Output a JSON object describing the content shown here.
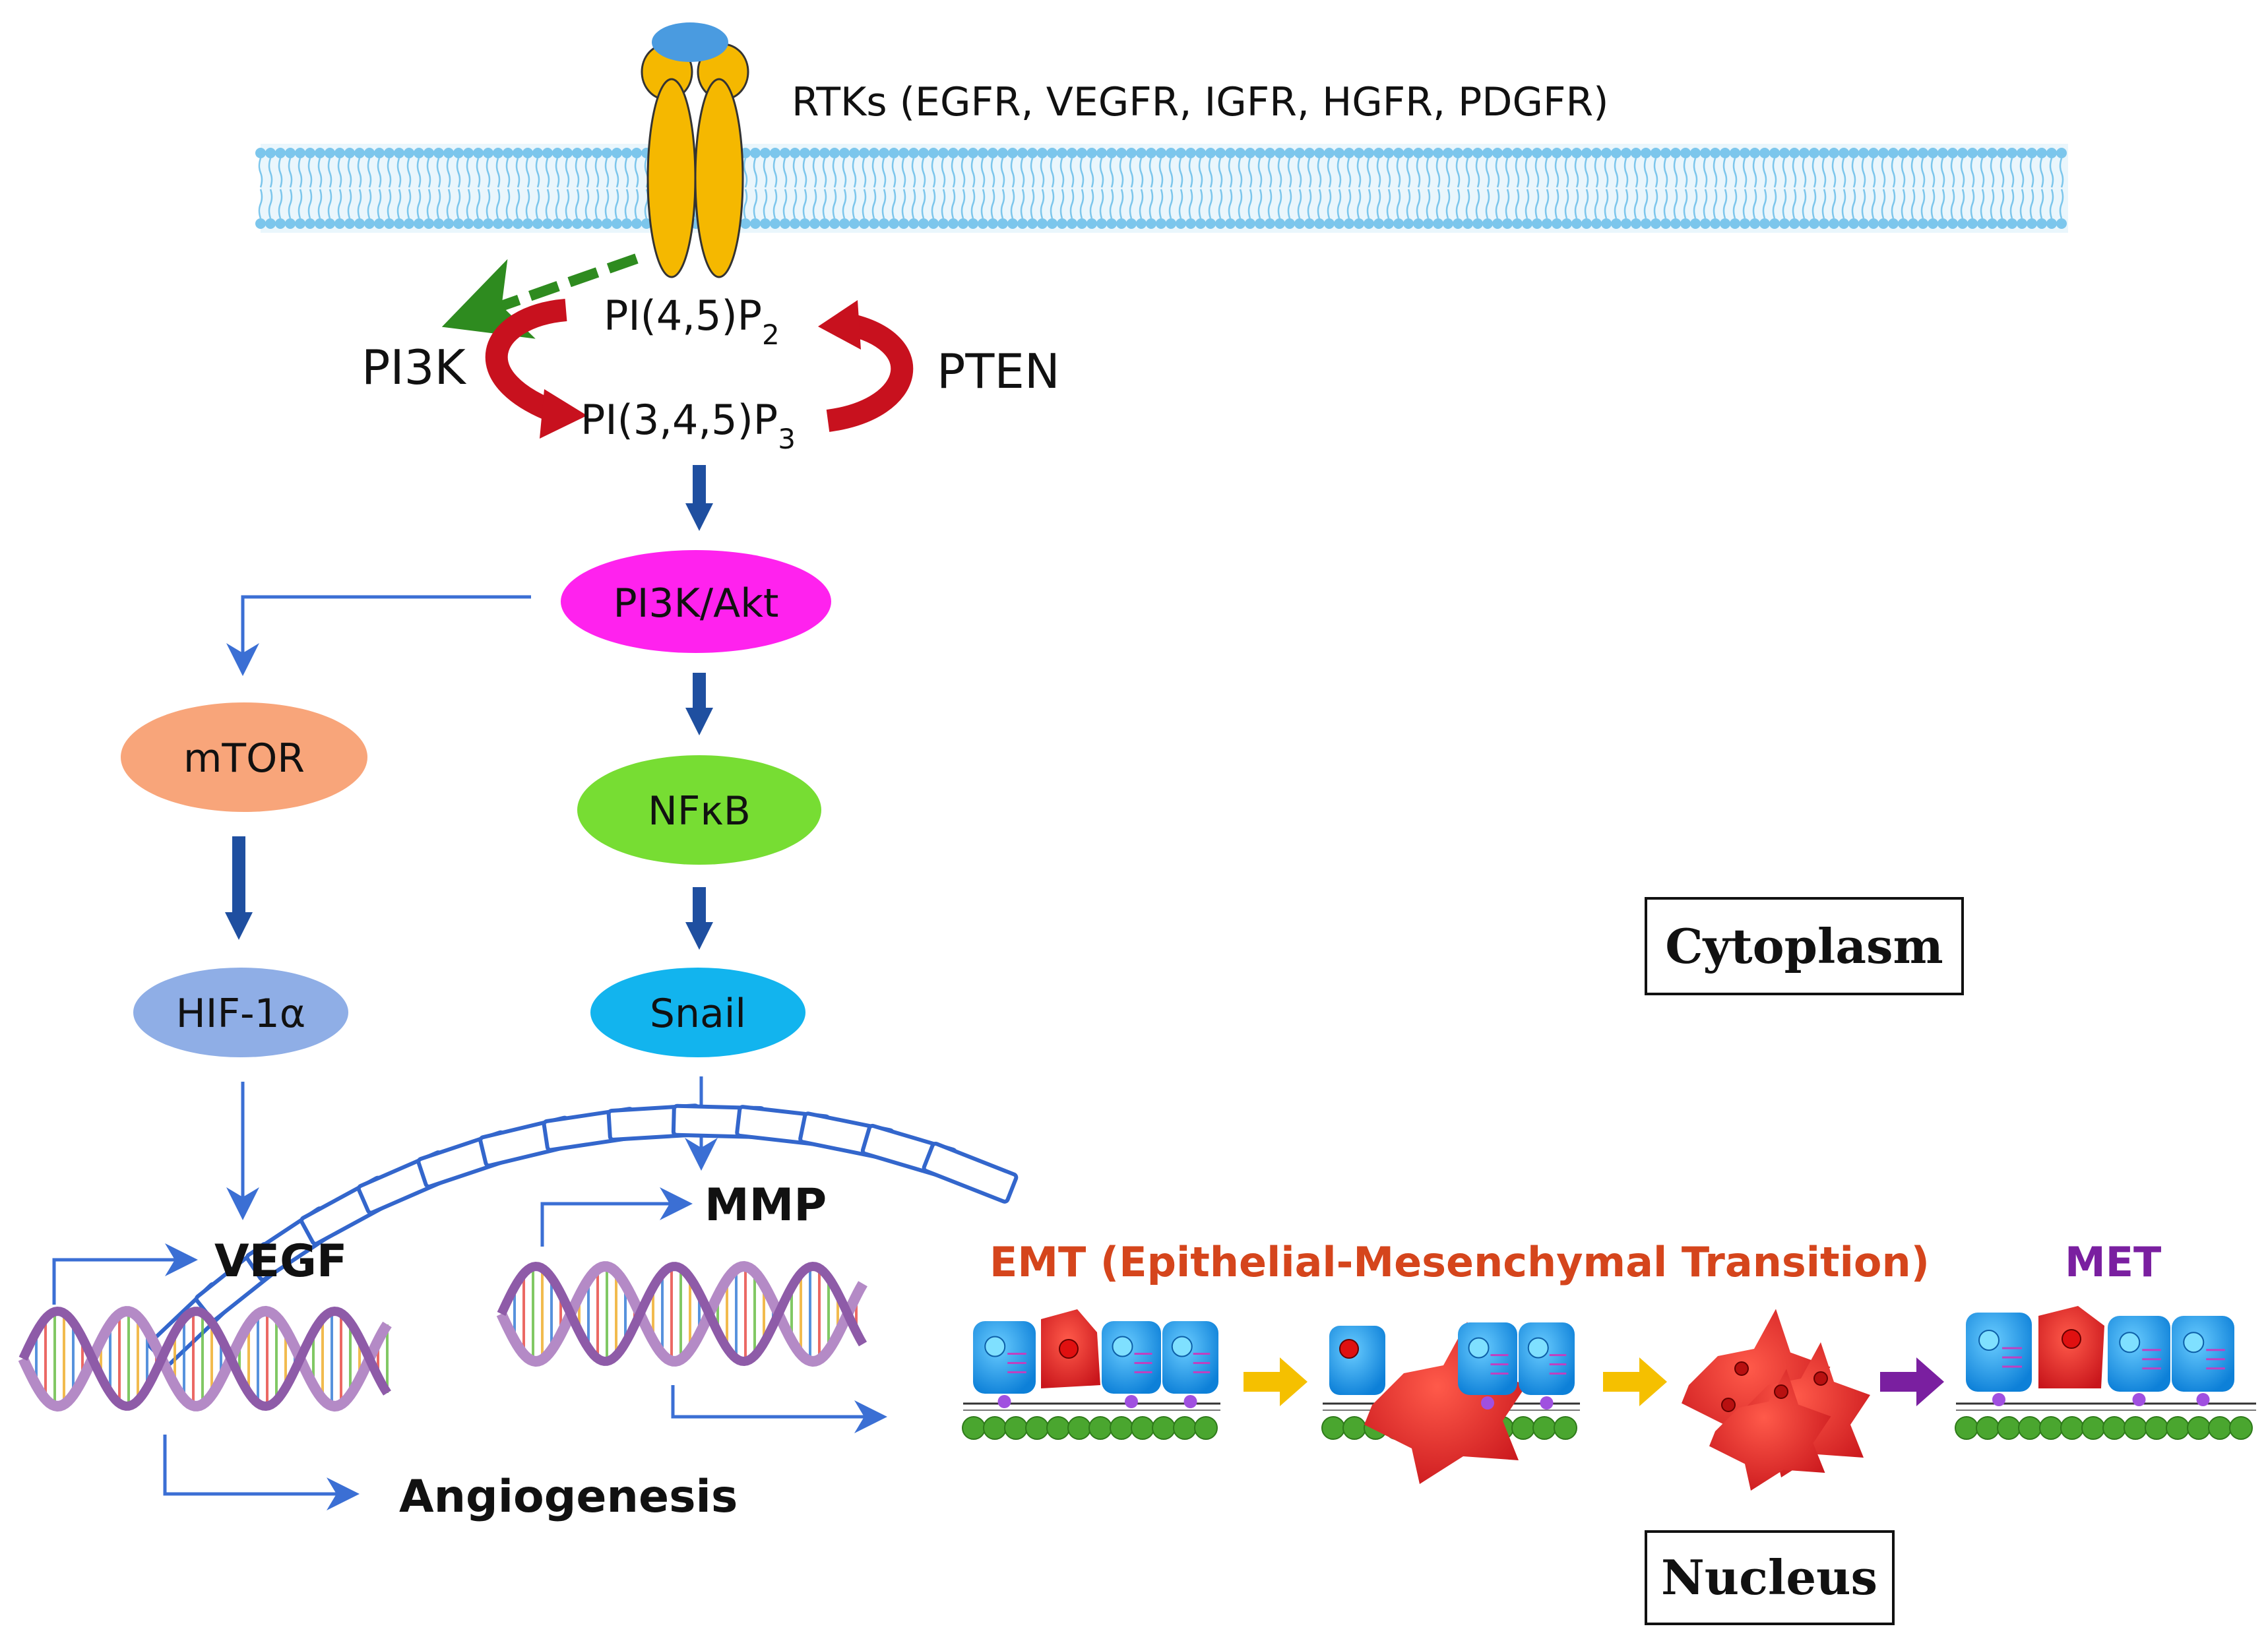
{
  "receptor": {
    "label": "RTKs (EGFR, VEGFR, IGFR, HGFR, PDGFR)",
    "colors": {
      "body": "#f5b800",
      "cap": "#4a9be0"
    }
  },
  "membrane": {
    "color": "#7cc6ec"
  },
  "lipid_cycle": {
    "top_main": "PI(4,5)P",
    "top_sub": "2",
    "bottom_main": "PI(3,4,5)P",
    "bottom_sub": "3",
    "left_enzyme": "PI3K",
    "right_enzyme": "PTEN",
    "arrow_color": "#c8111e",
    "dashed_color": "#2e8b1f"
  },
  "nodes": {
    "pi3k_akt": {
      "label": "PI3K/Akt",
      "color": "#ff22ee"
    },
    "mtor": {
      "label": "mTOR",
      "color": "#f8a57a"
    },
    "nfkb": {
      "label": "NFκB",
      "color": "#77dd33"
    },
    "hif": {
      "label": "HIF-1α",
      "color": "#8faee6"
    },
    "snail": {
      "label": "Snail",
      "color": "#12b4ee"
    }
  },
  "boxes": {
    "cytoplasm": "Cytoplasm",
    "nucleus": "Nucleus"
  },
  "genes": {
    "vegf": "VEGF",
    "mmp": "MMP",
    "angiogenesis": "Angiogenesis"
  },
  "transition": {
    "emt": "EMT (Epithelial-Mesenchymal Transition)",
    "met": "MET",
    "emt_color": "#d5451c",
    "met_color": "#7a1fa0"
  },
  "arrow_colors": {
    "pathway": "#1f4fa0",
    "thin": "#3b6fd4",
    "step": "#f5c000",
    "met_step": "#7a1fa0"
  }
}
